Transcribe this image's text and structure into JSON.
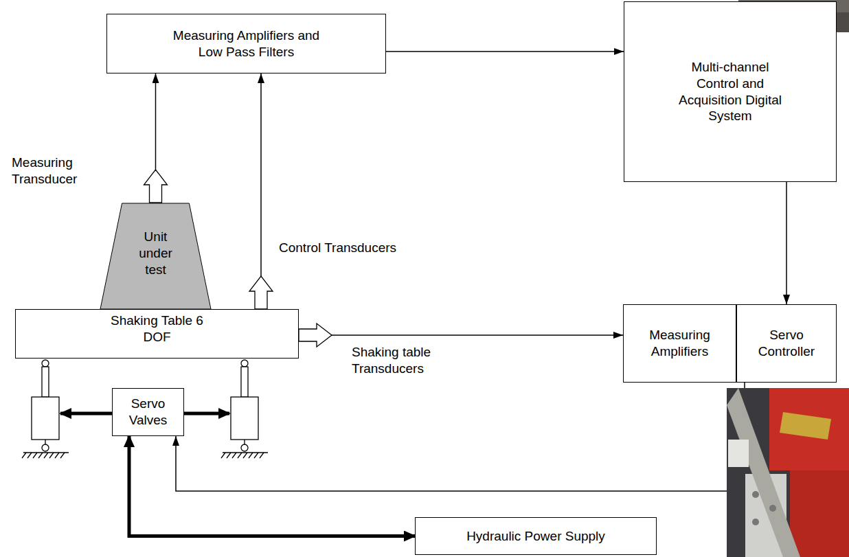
{
  "diagram": {
    "nodes": [
      {
        "text": [
          "Measuring Amplifiers and Low Pass Filters"
        ]
      },
      {
        "text": [
          "Multi-channel Control and Acquisition Digital System"
        ]
      },
      {
        "text": [
          "Unit under test"
        ]
      },
      {
        "text": [
          "Shaking Table 6 DOF"
        ]
      },
      {
        "text": [
          "Measuring Amplifiers"
        ]
      },
      {
        "text": [
          "Servo Controller"
        ]
      },
      {
        "text": [
          "Servo Valves"
        ]
      },
      {
        "text": [
          "Hydraulic Power Supply"
        ]
      }
    ],
    "edges": [
      {
        "from": 2,
        "to": 0,
        "arrow": "to",
        "label": "Measuring Transducer"
      },
      {
        "from": 3,
        "to": 0,
        "arrow": "to",
        "label": "Control Transducers"
      },
      {
        "from": 0,
        "to": 1,
        "arrow": "to"
      },
      {
        "from": 1,
        "to": 5,
        "arrow": "to"
      },
      {
        "from": 3,
        "to": 4,
        "arrow": "to",
        "label": "Shaking table Transducers"
      },
      {
        "from": 5,
        "to": 6,
        "arrow": "to"
      },
      {
        "from": 6,
        "to": 7,
        "arrow": "both"
      }
    ]
  }
}
